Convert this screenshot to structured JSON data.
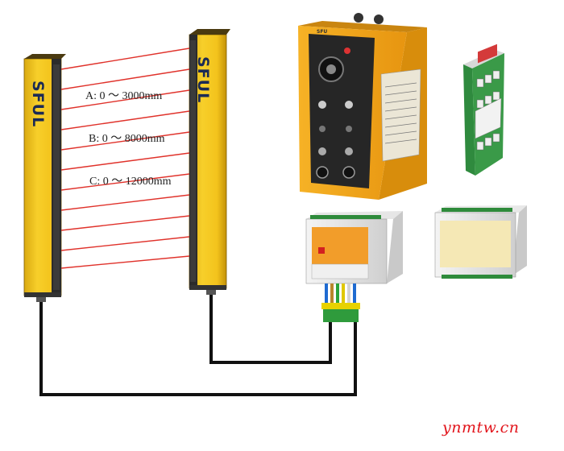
{
  "ranges": {
    "a": "A: 0 ～ 3000mm",
    "b": "B: 0 ～ 8000mm",
    "c": "C: 0 ～ 12000mm"
  },
  "brand": "SFUL",
  "panel_brand": "SFU",
  "watermark": "ynmtw.cn",
  "colors": {
    "bar_yellow": "#f2c21a",
    "beam_red": "#e0322b",
    "cable_black": "#111111",
    "controller_orange": "#f4a51c",
    "module_green": "#3a9a48",
    "watermark_red": "#e2141b"
  }
}
